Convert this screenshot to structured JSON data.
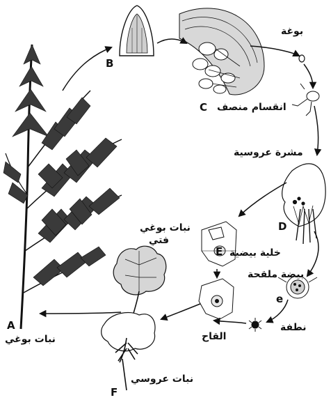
{
  "labels": {
    "spore": "بوغة",
    "meiosis": "انقسام منصف",
    "meiosis_letter": "C",
    "prothallus": "مشرة عروسية",
    "prothallus_letter": "D",
    "egg_cell": "خلية بيضية",
    "egg_letter": "E",
    "fertilized_egg": "بيضة ملقحة",
    "sperm_letter": "e",
    "sperm": "نطفة",
    "zygote": "القاح",
    "sporangium_letter": "B",
    "young_sporophyte_line1": "نبات بوغي",
    "young_sporophyte_line2": "فتي",
    "sporophyte_letter": "A",
    "sporophyte": "نبات بوغي",
    "gametophyte": "نبات عروسي",
    "gametophyte_letter": "F"
  }
}
